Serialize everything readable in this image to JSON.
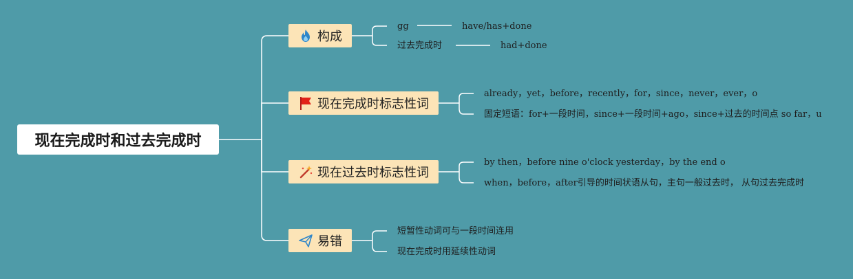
{
  "root": {
    "label": "现在完成时和过去完成时"
  },
  "branches": [
    {
      "label": "构成",
      "icon": "fire-icon",
      "leaves": [
        {
          "text": "gg",
          "value": "have/has+done"
        },
        {
          "text": "过去完成时",
          "value": "had+done"
        }
      ]
    },
    {
      "label": "现在完成时标志性词",
      "icon": "red-flag-icon",
      "leaves": [
        {
          "text": "already，yet，before，recently，for，since，never，ever，o"
        },
        {
          "text": "固定短语：for+一段时间，since+一段时间+ago，since+过去的时间点 so far，u"
        }
      ]
    },
    {
      "label": "现在过去时标志性词",
      "icon": "magic-wand-icon",
      "leaves": [
        {
          "text": "by then，before nine o'clock yesterday，by the end o"
        },
        {
          "text": "when，before，after引导的时间状语从句，主句一般过去时， 从句过去完成时"
        }
      ]
    },
    {
      "label": "易错",
      "icon": "paper-plane-icon",
      "leaves": [
        {
          "text": "短暂性动词可与一段时间连用"
        },
        {
          "text": "现在完成时用延续性动词"
        }
      ]
    }
  ],
  "colors": {
    "background": "#4f9ba8",
    "node_fill": "#fce4b7",
    "root_fill": "#ffffff",
    "connector": "#ffffff"
  }
}
